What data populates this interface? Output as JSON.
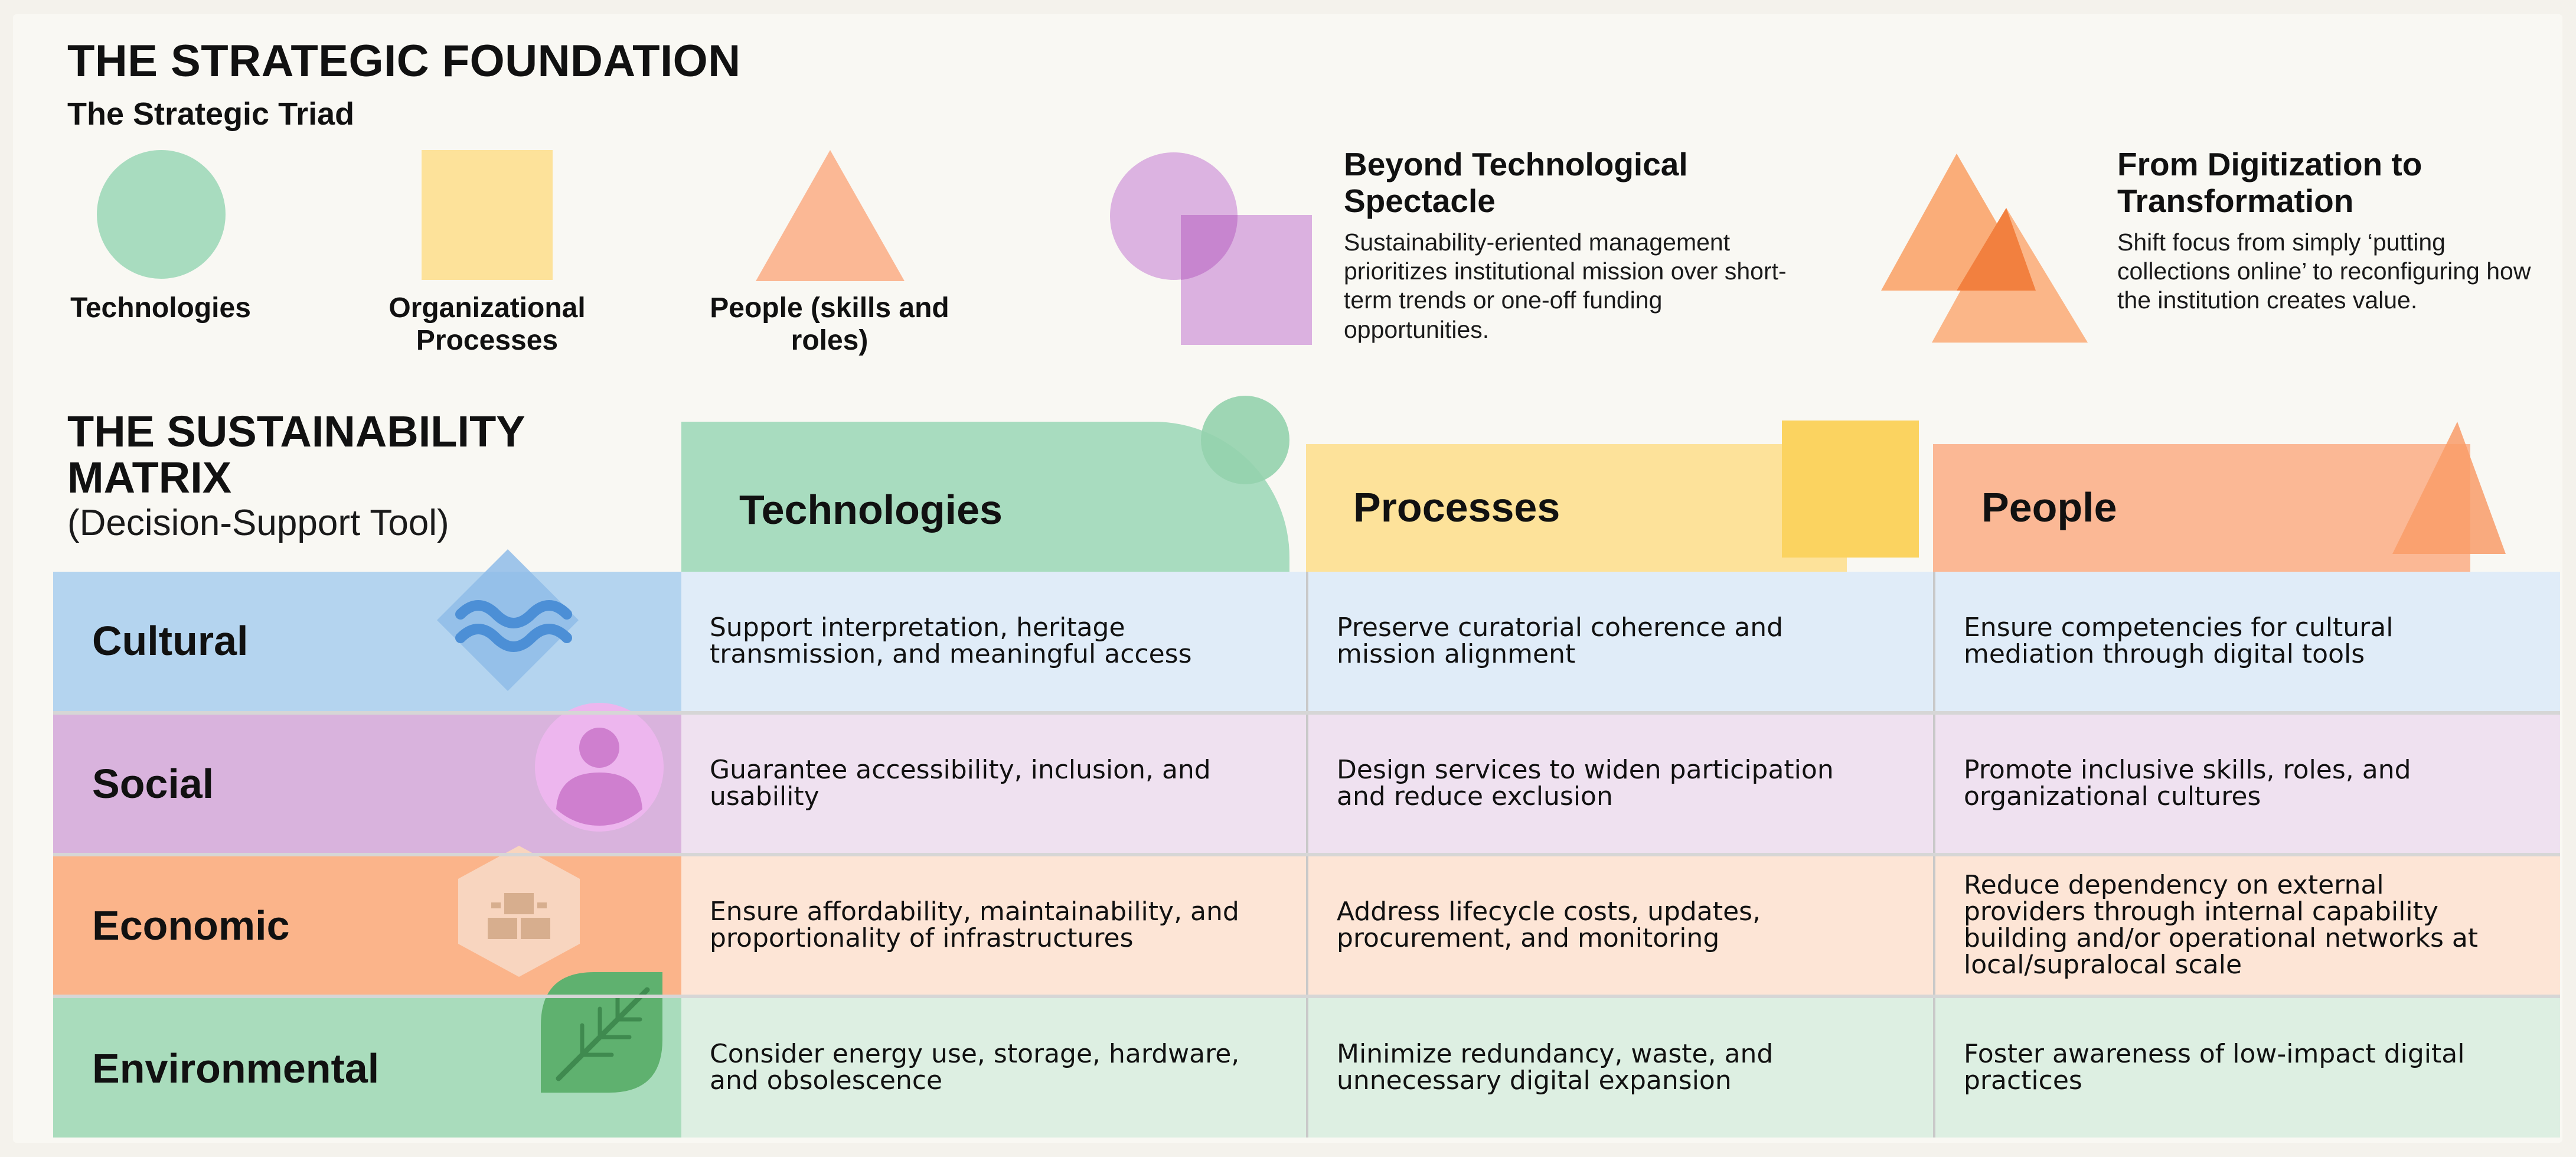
{
  "header": {
    "title": "THE STRATEGIC FOUNDATION",
    "subtitle": "The Strategic Triad"
  },
  "triad": [
    {
      "label": "Technologies",
      "shape": "circle",
      "color": "#a8dcbf"
    },
    {
      "label": "Organizational Processes",
      "shape": "square",
      "color": "#fde29a"
    },
    {
      "label": "People (skills and roles)",
      "shape": "triangle",
      "color": "#fbb895"
    }
  ],
  "pillars": [
    {
      "title": "Beyond Technological Spectacle",
      "body": "Sustainability-eriented management prioritizes institutional mission over short-term trends or one-off funding opportunities.",
      "icon": "circle-square-icon"
    },
    {
      "title": "From Digitization to Transformation",
      "body": "Shift focus from simply ‘putting collections online’ to reconfiguring how the institution creates value.",
      "icon": "overlapping-triangles-icon"
    }
  ],
  "matrix": {
    "title_line1": "THE SUSTAINABILITY",
    "title_line2": "MATRIX",
    "subtitle": "(Decision-Support Tool)",
    "columns": [
      {
        "label": "Technologies",
        "color": "#a8dcbf"
      },
      {
        "label": "Processes",
        "color": "#fde29a"
      },
      {
        "label": "People",
        "color": "#fbb895"
      }
    ],
    "rows": [
      {
        "label": "Cultural",
        "icon": "water-waves-icon",
        "label_color": "#b4d4ef",
        "cell_color": "#e0ecf8",
        "cells": [
          [
            "Support interpretation, heritage",
            "transmission, and meaningful access"
          ],
          [
            "Preserve curatorial coherence and",
            "mission alignment"
          ],
          [
            "Ensure competencies for cultural",
            "mediation through digital tools"
          ]
        ]
      },
      {
        "label": "Social",
        "icon": "person-icon",
        "label_color": "#d9b3dd",
        "cell_color": "#efe1f0",
        "cells": [
          [
            "Guarantee accessibility, inclusion, and",
            "usability"
          ],
          [
            "Design services to widen participation",
            "and reduce exclusion"
          ],
          [
            "Promote inclusive skills, roles, and",
            "organizational cultures"
          ]
        ]
      },
      {
        "label": "Economic",
        "icon": "bricks-icon",
        "label_color": "#fbb48a",
        "cell_color": "#fde5d6",
        "cells": [
          [
            "Ensure affordability, maintainability, and",
            "proportionality of infrastructures"
          ],
          [
            "Address lifecycle costs, updates,",
            "procurement, and monitoring"
          ],
          [
            "Reduce dependency on external",
            "providers through internal capability",
            "building and/or  operational networks at",
            "local/supralocal scale"
          ]
        ]
      },
      {
        "label": "Environmental",
        "icon": "leaf-icon",
        "label_color": "#a9dcbc",
        "cell_color": "#ddefe2",
        "cells": [
          [
            "Consider energy use, storage, hardware,",
            "and obsolescence"
          ],
          [
            "Minimize redundancy, waste, and",
            "unnecessary digital expansion"
          ],
          [
            "Foster awareness of low-impact digital",
            "practices"
          ]
        ]
      }
    ]
  }
}
